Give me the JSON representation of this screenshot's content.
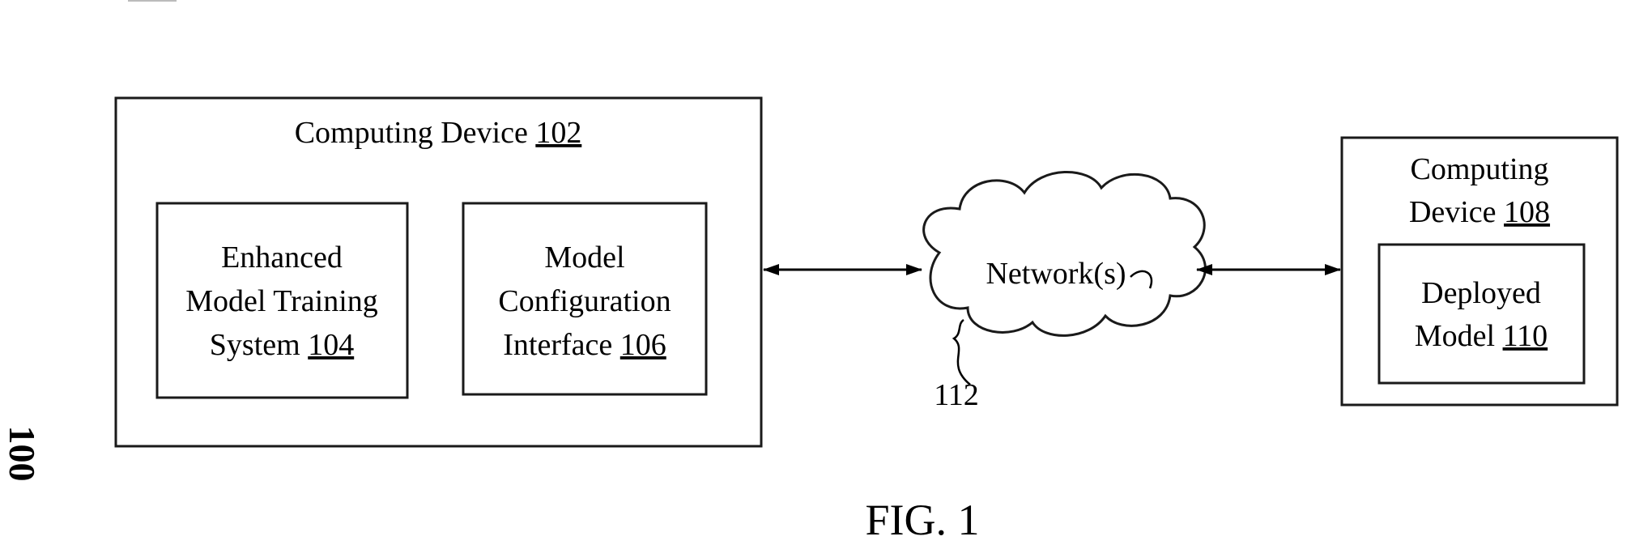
{
  "device_102": {
    "title": "Computing Device",
    "ref": "102"
  },
  "system_104": {
    "line1": "Enhanced",
    "line2": "Model Training",
    "line3": "System",
    "ref": "104"
  },
  "interface_106": {
    "line1": "Model",
    "line2": "Configuration",
    "line3": "Interface",
    "ref": "106"
  },
  "network": {
    "label": "Network(s)",
    "ref": "112"
  },
  "device_108": {
    "line1": "Computing",
    "line2": "Device",
    "ref": "108"
  },
  "model_110": {
    "line1": "Deployed",
    "line2": "Model",
    "ref": "110"
  },
  "figure_caption": "FIG. 1",
  "margin_stamp": "100"
}
